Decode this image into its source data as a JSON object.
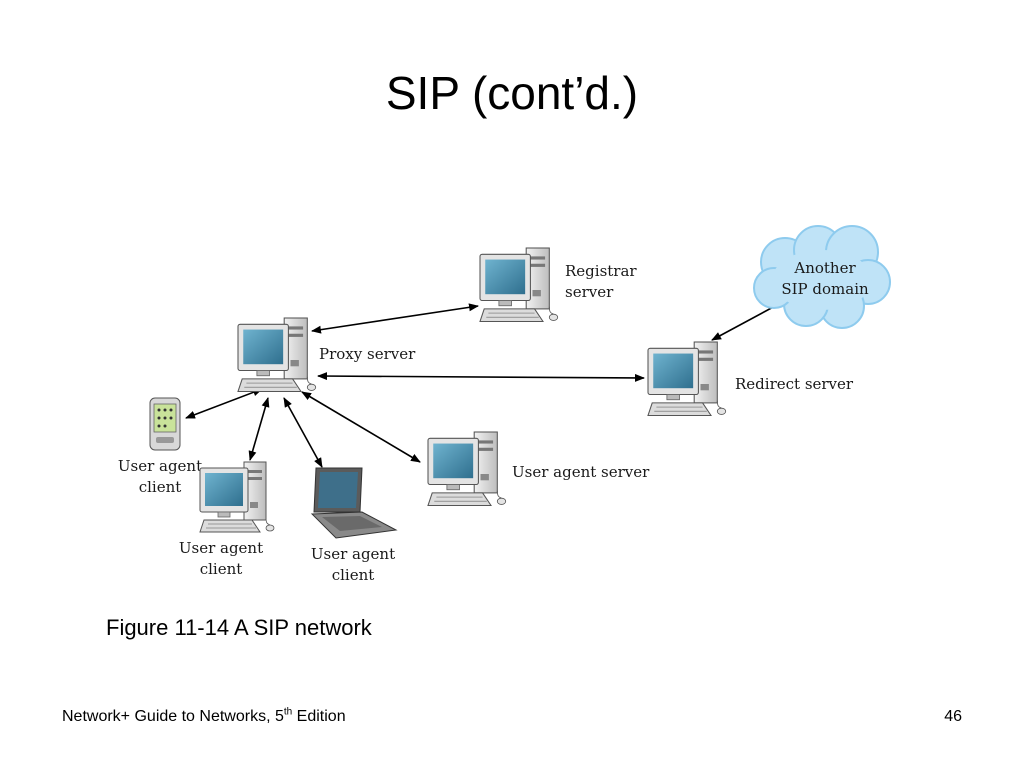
{
  "slide": {
    "title": "SIP (cont’d.)",
    "caption": "Figure 11-14 A SIP network",
    "footer": {
      "text": "Network+ Guide to Networks, 5",
      "superscript": "th",
      "text_after": " Edition",
      "page_number": "46"
    }
  },
  "diagram": {
    "nodes": {
      "registrar": {
        "label_line1": "Registrar",
        "label_line2": "server"
      },
      "proxy": {
        "label": "Proxy server"
      },
      "redirect": {
        "label": "Redirect server"
      },
      "cloud": {
        "label_line1": "Another",
        "label_line2": "SIP domain"
      },
      "ua_server": {
        "label": "User agent server"
      },
      "ua_client_pda": {
        "label_line1": "User agent",
        "label_line2": "client"
      },
      "ua_client_desktop": {
        "label_line1": "User agent",
        "label_line2": "client"
      },
      "ua_client_laptop": {
        "label_line1": "User agent",
        "label_line2": "client"
      }
    },
    "colors": {
      "cloud_fill": "#bfe3f7",
      "cloud_stroke": "#8ecbee",
      "screen": "#3f8fb0",
      "arrow": "#000000"
    }
  }
}
